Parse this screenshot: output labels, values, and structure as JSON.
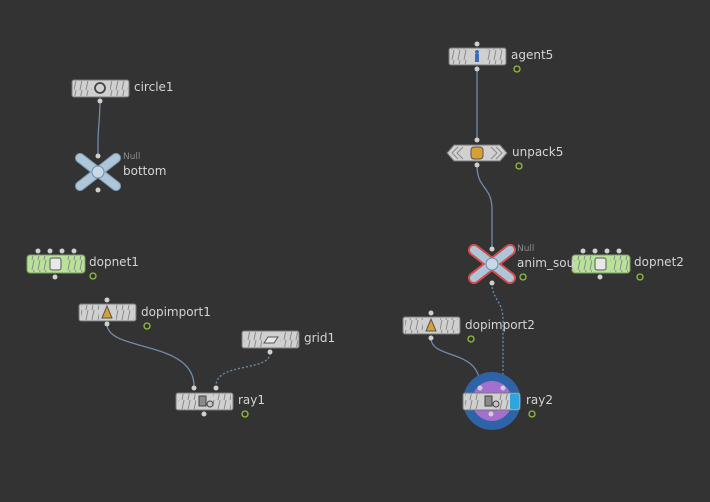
{
  "colors": {
    "background": "#333333",
    "node_fill": "#d0d0d0",
    "dop_fill": "#b8e29a",
    "wire": "#6f8cab",
    "flag_ring": "#8fbf3f",
    "null_fill": "#aec6da",
    "null_outline_selected": "#d45050",
    "ray2_highlight_outer": "#2f63a8",
    "ray2_highlight_inner": "#a56fd0",
    "display_flag": "#2fa4df"
  },
  "nodes": {
    "circle1": {
      "name": "circle1",
      "icon": "circle-icon"
    },
    "bottom": {
      "name": "bottom",
      "type": "Null",
      "icon": "null-icon"
    },
    "dopnet1": {
      "name": "dopnet1",
      "icon": "dop-icon"
    },
    "dopimport1": {
      "name": "dopimport1",
      "icon": "dopimport-icon"
    },
    "grid1": {
      "name": "grid1",
      "icon": "grid-icon"
    },
    "ray1": {
      "name": "ray1",
      "icon": "ray-icon"
    },
    "agent5": {
      "name": "agent5",
      "icon": "agent-icon"
    },
    "unpack5": {
      "name": "unpack5",
      "icon": "unpack-icon"
    },
    "anim_sou": {
      "name": "anim_sou",
      "type": "Null",
      "icon": "null-icon"
    },
    "dopnet2": {
      "name": "dopnet2",
      "icon": "dop-icon"
    },
    "dopimport2": {
      "name": "dopimport2",
      "icon": "dopimport-icon"
    },
    "ray2": {
      "name": "ray2",
      "icon": "ray-icon"
    }
  }
}
